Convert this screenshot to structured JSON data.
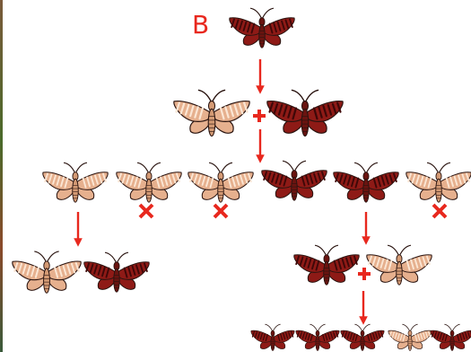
{
  "generation_label": "B",
  "colors": {
    "dark_moth_wing": "#8e1a16",
    "dark_moth_stripe": "#3e0808",
    "dark_moth_body": "#6a1410",
    "light_moth_wing": "#e6b08e",
    "light_moth_stripe": "#fbe6d4",
    "light_moth_body": "#d49a74",
    "outline": "#2a1410",
    "arrow": "#e8281e",
    "plus": "#e8281e",
    "cross": "#e8281e",
    "background": "#ffffff"
  },
  "moths": [
    {
      "id": "moth-b-parent",
      "morph": "dark"
    },
    {
      "id": "moth-cross1-light-parent",
      "morph": "light"
    },
    {
      "id": "moth-cross1-dark-parent",
      "morph": "dark"
    },
    {
      "id": "moth-offspring-1",
      "morph": "light"
    },
    {
      "id": "moth-offspring-2",
      "morph": "light",
      "crossed_out": true
    },
    {
      "id": "moth-offspring-3",
      "morph": "light",
      "crossed_out": true
    },
    {
      "id": "moth-offspring-4",
      "morph": "dark"
    },
    {
      "id": "moth-offspring-5",
      "morph": "dark"
    },
    {
      "id": "moth-offspring-6",
      "morph": "light",
      "crossed_out": true
    },
    {
      "id": "moth-gen3-left-light",
      "morph": "light"
    },
    {
      "id": "moth-gen3-left-dark",
      "morph": "dark"
    },
    {
      "id": "moth-cross2-dark-parent",
      "morph": "dark"
    },
    {
      "id": "moth-cross2-light-parent",
      "morph": "light"
    },
    {
      "id": "moth-gen4-1",
      "morph": "dark"
    },
    {
      "id": "moth-gen4-2",
      "morph": "dark"
    },
    {
      "id": "moth-gen4-3",
      "morph": "dark"
    },
    {
      "id": "moth-gen4-4",
      "morph": "light"
    },
    {
      "id": "moth-gen4-5",
      "morph": "dark"
    }
  ],
  "arrows": [
    {
      "id": "arrow-b-to-cross1"
    },
    {
      "id": "arrow-cross1-to-offspring"
    },
    {
      "id": "arrow-offspring-1-to-gen3"
    },
    {
      "id": "arrow-offspring-5-to-cross2"
    },
    {
      "id": "arrow-cross2-to-gen4"
    }
  ],
  "plus_signs": [
    {
      "id": "plus-sign-cross1"
    },
    {
      "id": "plus-sign-cross2"
    }
  ]
}
